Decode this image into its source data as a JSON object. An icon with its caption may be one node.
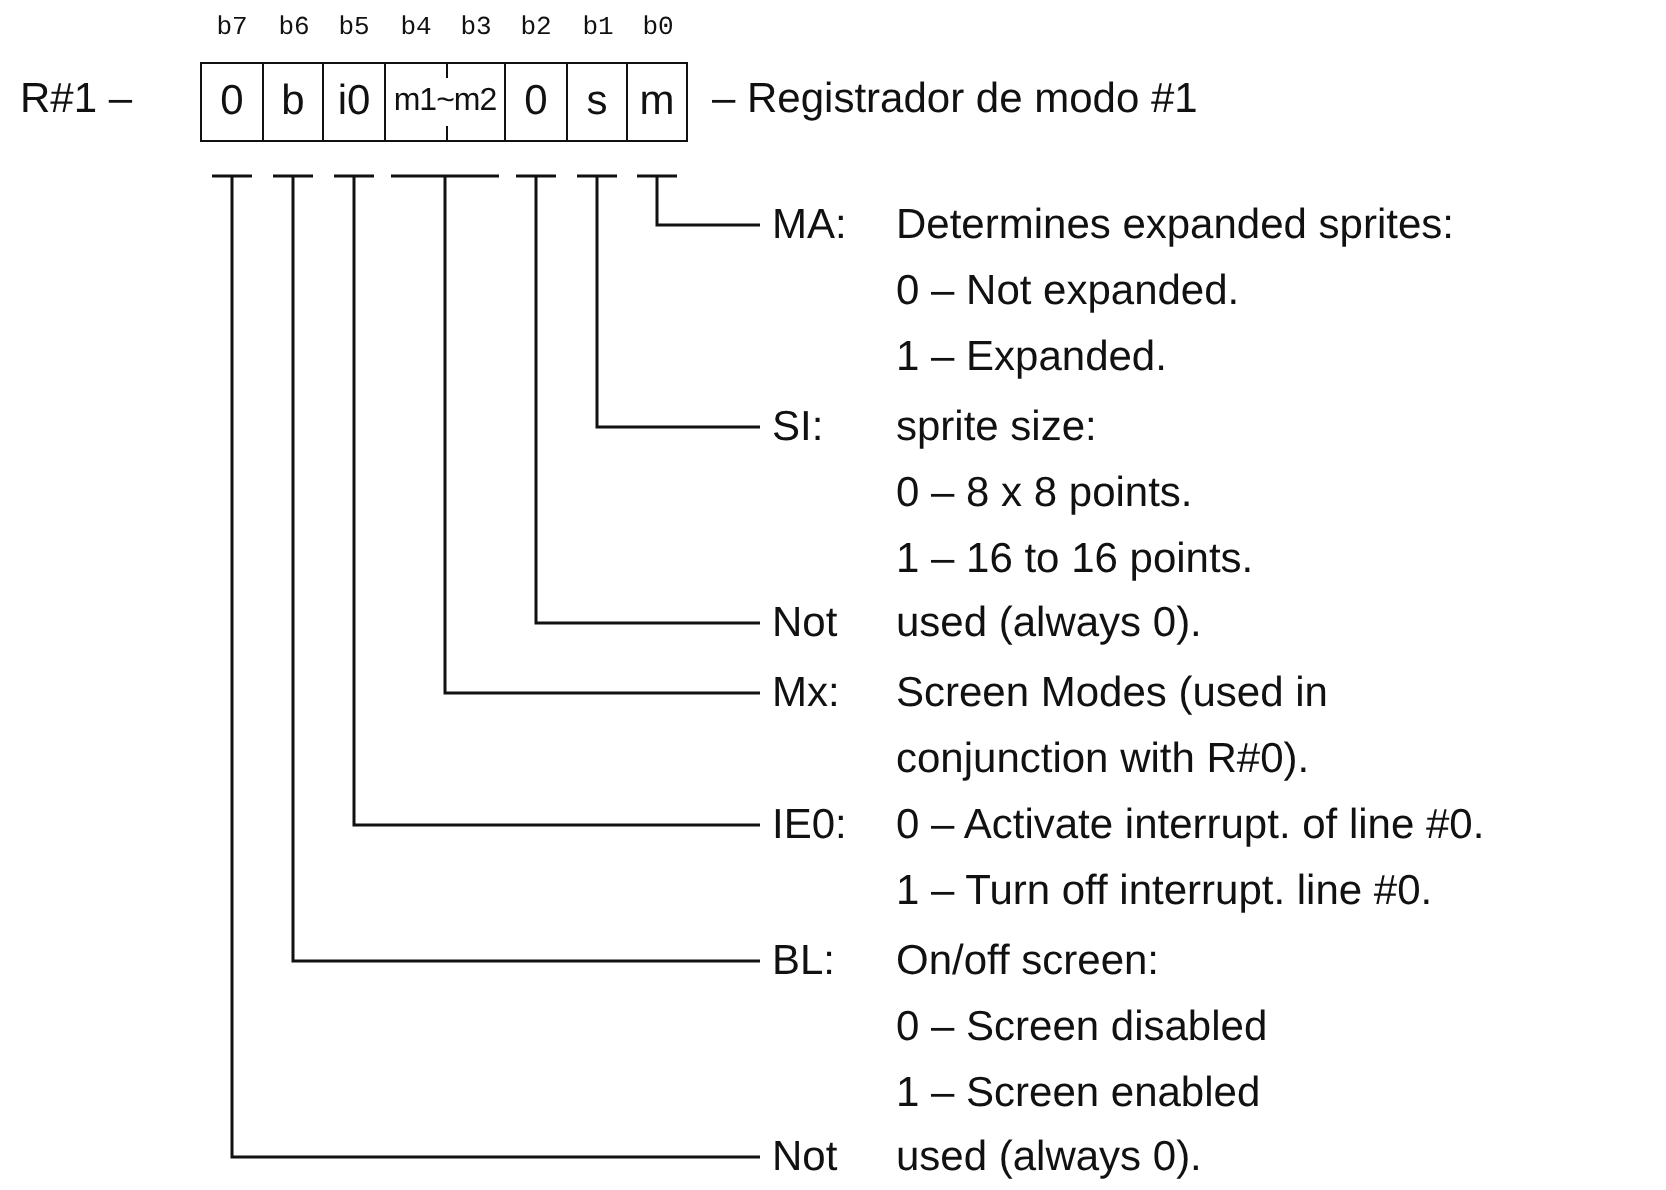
{
  "diagram": {
    "nodes": [
      {
        "text": [
          "0"
        ]
      },
      {
        "text": [
          "b"
        ]
      },
      {
        "text": [
          "i0"
        ]
      },
      {
        "text": [
          "m1~m2"
        ]
      },
      {
        "text": [
          "0"
        ]
      },
      {
        "text": [
          "s"
        ]
      },
      {
        "text": [
          "m"
        ]
      },
      {
        "text": [
          "MA:",
          "Determines expanded sprites:",
          "0 – Not expanded.",
          "1 – Expanded."
        ]
      },
      {
        "text": [
          "SI:",
          "sprite size:",
          "0 – 8 x 8 points.",
          "1 – 16 to 16 points."
        ]
      },
      {
        "text": [
          "Not",
          "used (always 0)."
        ]
      },
      {
        "text": [
          "Mx:",
          "Screen Modes (used in conjunction with R#0)."
        ]
      },
      {
        "text": [
          "IE0:",
          "0 – Activate interrupt. of line #0.",
          "1 – Turn off interrupt. line #0."
        ]
      },
      {
        "text": [
          "BL:",
          "On/off screen:",
          "0 – Screen disabled",
          "1 – Screen enabled"
        ]
      },
      {
        "text": [
          "Not",
          "used (always 0)."
        ]
      }
    ],
    "edges": [
      {
        "from": 6,
        "to": 7,
        "arrow": "none"
      },
      {
        "from": 5,
        "to": 8,
        "arrow": "none"
      },
      {
        "from": 4,
        "to": 9,
        "arrow": "none"
      },
      {
        "from": 3,
        "to": 10,
        "arrow": "none"
      },
      {
        "from": 2,
        "to": 11,
        "arrow": "none"
      },
      {
        "from": 1,
        "to": 12,
        "arrow": "none"
      },
      {
        "from": 0,
        "to": 13,
        "arrow": "none"
      }
    ],
    "labels": [
      "b7",
      "b6",
      "b5",
      "b4",
      "b3",
      "b2",
      "b1",
      "b0",
      "R#1 –",
      "– Registrador de modo #1"
    ]
  }
}
